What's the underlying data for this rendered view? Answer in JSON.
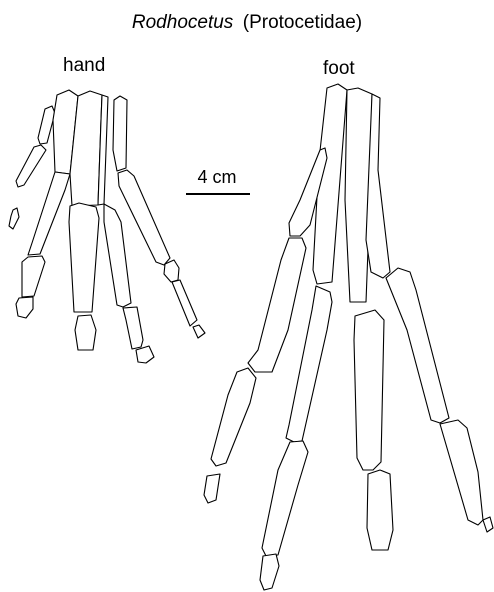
{
  "figure": {
    "title_genus": "Rodhocetus",
    "title_family": "(Protocetidae)",
    "hand_label": "hand",
    "foot_label": "foot",
    "scale_label": "4 cm"
  }
}
